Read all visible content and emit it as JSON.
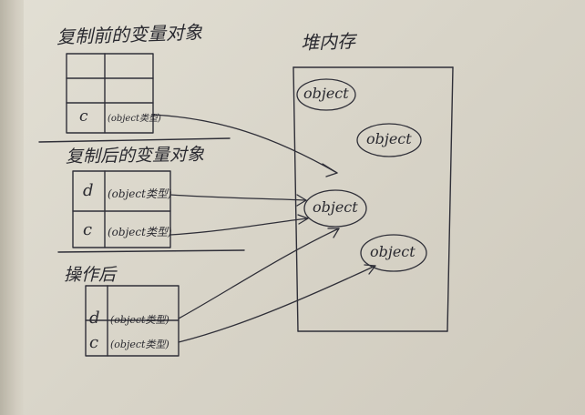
{
  "labels": {
    "before_copy": "复制前的变量对象",
    "after_copy": "复制后的变量对象",
    "after_op": "操作后",
    "heap": "堆内存"
  },
  "table_before": {
    "rows": [
      {
        "name": "",
        "value": ""
      },
      {
        "name": "",
        "value": ""
      },
      {
        "name": "c",
        "value": "(object类型)"
      }
    ]
  },
  "table_after_copy": {
    "rows": [
      {
        "name": "d",
        "value": "(object类型)"
      },
      {
        "name": "c",
        "value": "(object类型)"
      }
    ]
  },
  "table_after_op": {
    "rows": [
      {
        "name": "d",
        "value": "(object类型)"
      },
      {
        "name": "c",
        "value": "(object类型)"
      }
    ]
  },
  "heap_objects": [
    "object",
    "object",
    "object",
    "object"
  ],
  "colors": {
    "ink": "#2f2f38",
    "paper": "#d9d5c9"
  }
}
